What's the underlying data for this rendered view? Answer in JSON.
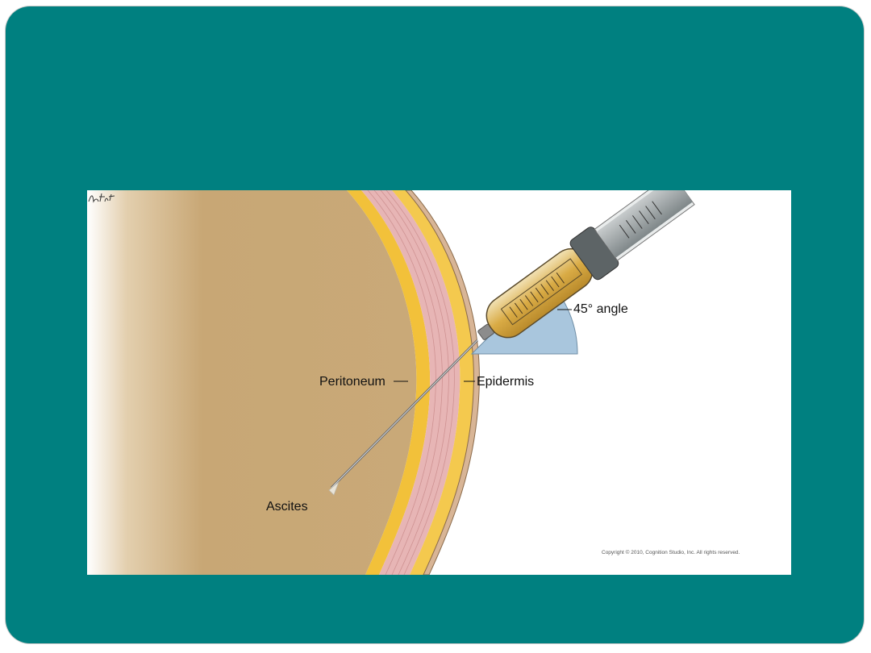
{
  "figure": {
    "labels": {
      "angle": "45° angle",
      "peritoneum": "Peritoneum",
      "epidermis": "Epidermis",
      "ascites": "Ascites"
    },
    "copyright": "Copyright © 2010, Cognition Studio, Inc. All rights reserved.",
    "signature": "LeHeit"
  },
  "colors": {
    "background": "#008080",
    "abdomen": "#c9a978",
    "muscle": "#e7b5b5",
    "fat": "#f2c13a",
    "angle_wedge": "#a9c6dd",
    "syringe_fluid": "#d6a13a"
  }
}
